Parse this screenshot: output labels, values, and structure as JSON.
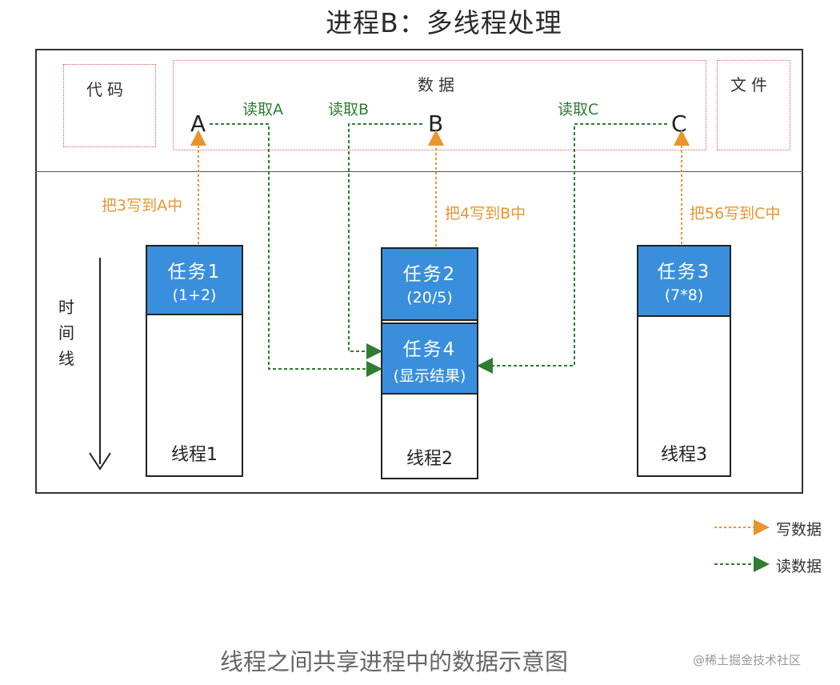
{
  "title": "进程B：多线程处理",
  "process": {
    "code_label": "代码",
    "data_label": "数据",
    "file_label": "文件",
    "vars": [
      "A",
      "B",
      "C"
    ],
    "read_labels": [
      "读取A",
      "读取B",
      "读取C"
    ]
  },
  "write_labels": [
    "把3写到A中",
    "把4写到B中",
    "把56写到C中"
  ],
  "timeline": [
    "时",
    "间",
    "线"
  ],
  "threads": [
    {
      "label": "线程1",
      "tasks": [
        {
          "name": "任务1",
          "expr": "(1+2)"
        }
      ]
    },
    {
      "label": "线程2",
      "tasks": [
        {
          "name": "任务2",
          "expr": "(20/5)"
        },
        {
          "name": "任务4",
          "expr": "(显示结果)"
        }
      ]
    },
    {
      "label": "线程3",
      "tasks": [
        {
          "name": "任务3",
          "expr": "(7*8)"
        }
      ]
    }
  ],
  "legend": {
    "write": "写数据",
    "read": "读数据"
  },
  "caption": "线程之间共享进程中的数据示意图",
  "watermark": "@稀土掘金技术社区",
  "colors": {
    "write_arrow": "#e8952e",
    "read_arrow": "#2e7d32",
    "task_fill": "#3a8fdc"
  }
}
